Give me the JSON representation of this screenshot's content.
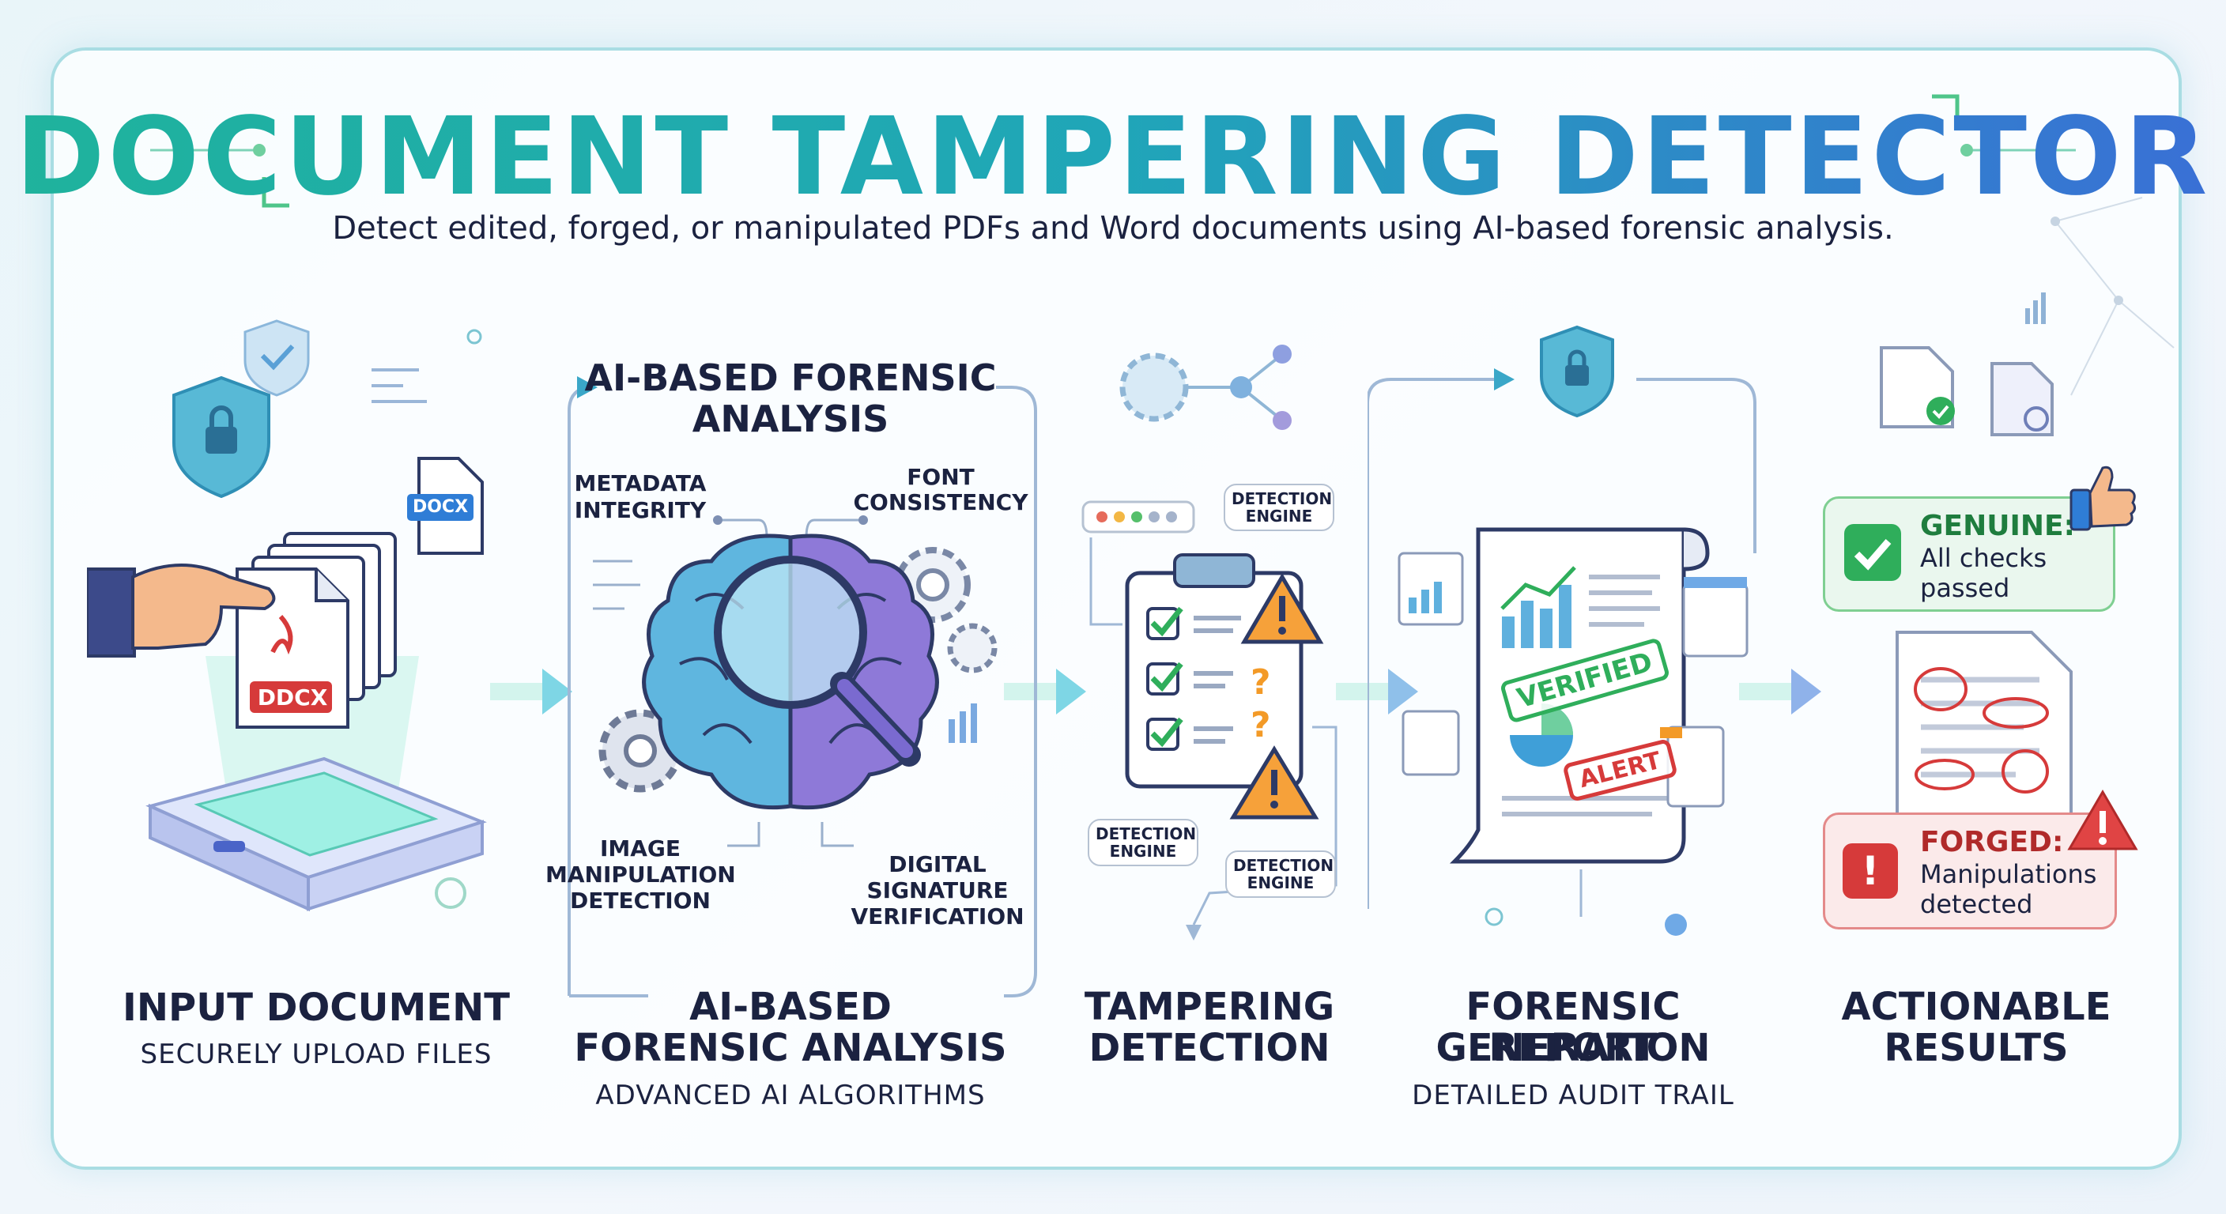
{
  "title": "DOCUMENT TAMPERING DETECTOR",
  "subtitle": "Detect edited, forged, or manipulated PDFs and Word documents using AI-based forensic analysis.",
  "steps": [
    {
      "label": "INPUT DOCUMENT",
      "sub": "SECURELY UPLOAD FILES"
    },
    {
      "label_line1": "AI-BASED",
      "label_line2": "FORENSIC ANALYSIS",
      "sub": "ADVANCED AI ALGORITHMS"
    },
    {
      "label_line1": "TAMPERING",
      "label_line2": "DETECTION",
      "sub": ""
    },
    {
      "label_line1": "FORENSIC REPORT",
      "label_line2": "GENERATION",
      "sub": "DETAILED AUDIT TRAIL"
    },
    {
      "label_line1": "ACTIONABLE",
      "label_line2": "RESULTS",
      "sub": ""
    }
  ],
  "input": {
    "file_badge_front": "DDCX",
    "file_badge_side": "DOCX"
  },
  "analysis": {
    "heading_line1": "AI-BASED FORENSIC",
    "heading_line2": "ANALYSIS",
    "metadata_line1": "METADATA",
    "metadata_line2": "INTEGRITY",
    "font_line1": "FONT",
    "font_line2": "CONSISTENCY",
    "image_line1": "IMAGE",
    "image_line2": "MANIPULATION",
    "image_line3": "DETECTION",
    "signature_line1": "DIGITAL",
    "signature_line2": "SIGNATURE",
    "signature_line3": "VERIFICATION"
  },
  "detection": {
    "engine_label_line1": "DETECTION",
    "engine_label_line2": "ENGINE"
  },
  "report": {
    "stamp_verified": "VERIFIED",
    "stamp_alert": "ALERT"
  },
  "results": {
    "genuine_title": "GENUINE:",
    "genuine_line1": "All checks",
    "genuine_line2": "passed",
    "forged_title": "FORGED:",
    "forged_line1": "Manipulations",
    "forged_line2": "detected"
  },
  "colors": {
    "green": "#2fae5b",
    "red": "#d63a3a",
    "teal": "#20a6b8",
    "blue": "#3a6fd6",
    "orange": "#f39a27"
  }
}
